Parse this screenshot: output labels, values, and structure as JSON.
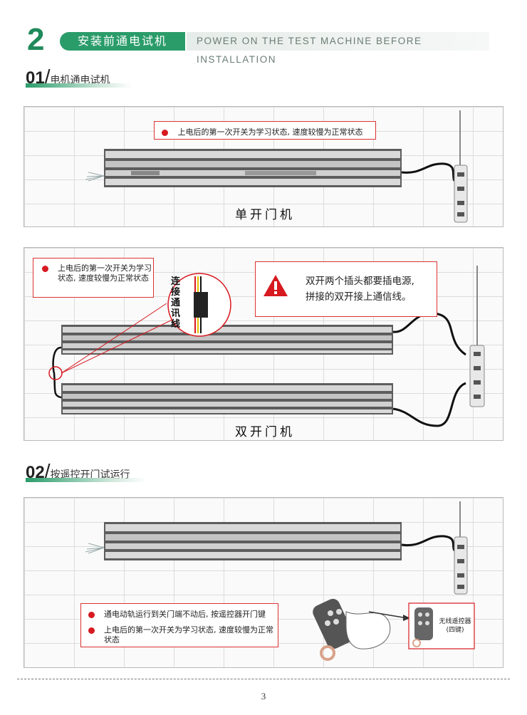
{
  "header": {
    "section_number": "2",
    "title_cn": "安装前通电试机",
    "title_en": "POWER ON THE TEST MACHINE BEFORE INSTALLATION"
  },
  "step1": {
    "number": "01",
    "slash": "/",
    "label": "电机通电试机",
    "single": {
      "note": "上电后的第一次开关为学习状态, 速度较慢为正常状态",
      "caption": "单开门机"
    },
    "double": {
      "note": "上电后的第一次开关为学习状态, 速度较慢为正常状态",
      "connector_label": "连接通讯线",
      "warning": "双开两个插头都要插电源, 拼接的双开接上通信线。",
      "warning_line1": "双开两个插头都要插电源,",
      "warning_line2": "拼接的双开接上通信线。",
      "caption": "双开门机"
    }
  },
  "step2": {
    "number": "02",
    "slash": "/",
    "label": "按遥控开门试运行",
    "notes": [
      "通电动轨运行到关门端不动后, 按遥控器开门键",
      "上电后的第一次开关为学习状态, 速度较慢为正常状态"
    ],
    "remote_label_line1": "无线遥控器",
    "remote_label_line2": "(四键)"
  },
  "footer": {
    "page_number": "3"
  },
  "colors": {
    "brand_green": "#2a9c6a",
    "alert_red": "#d71920"
  }
}
